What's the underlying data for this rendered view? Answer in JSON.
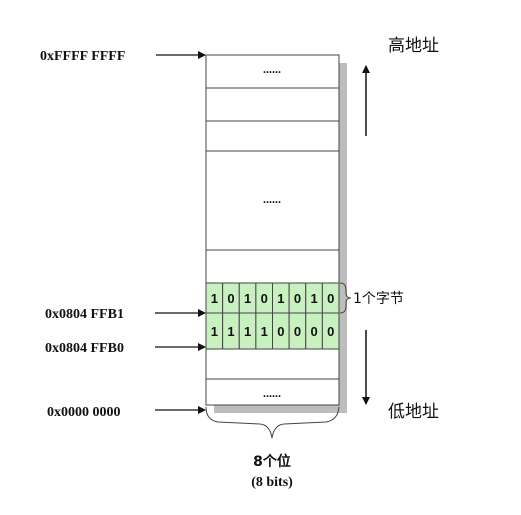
{
  "address_labels": {
    "top": "0xFFFF FFFF",
    "byte_high": "0x0804 FFB1",
    "byte_low": "0x0804 FFB0",
    "bottom": "0x0000 0000"
  },
  "direction_labels": {
    "high": "高地址",
    "low": "低地址"
  },
  "ellipsis": "......",
  "bytes": {
    "upper": [
      "1",
      "0",
      "1",
      "0",
      "1",
      "0",
      "1",
      "0"
    ],
    "lower": [
      "1",
      "1",
      "1",
      "1",
      "0",
      "0",
      "0",
      "0"
    ]
  },
  "byte_brace_label": "1个字节",
  "width_labels": {
    "cjk": "8个位",
    "bits": "(8 bits)"
  },
  "colors": {
    "byte_fill": "#c8f0c0",
    "shadow": "#bdbdbd",
    "stroke": "#444444"
  }
}
